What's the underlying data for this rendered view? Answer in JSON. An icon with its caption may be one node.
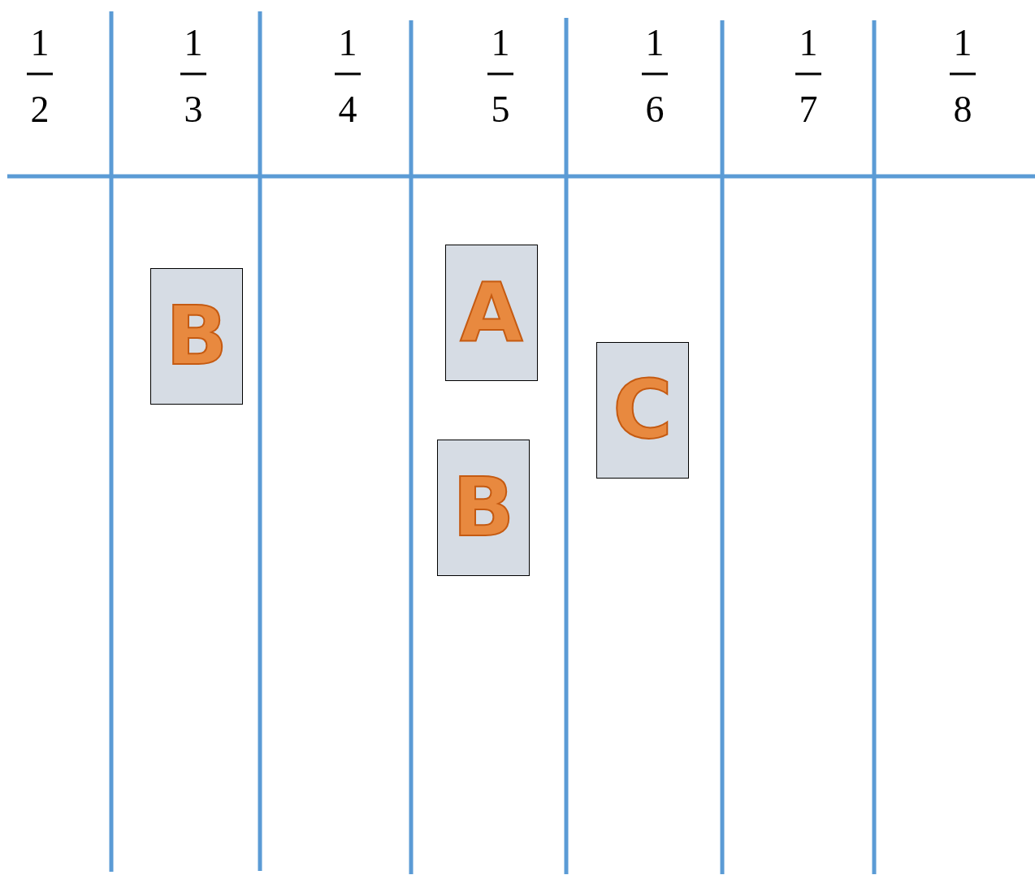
{
  "diagram": {
    "nodes": [
      {
        "text": [
          "B"
        ]
      },
      {
        "text": [
          "A"
        ]
      },
      {
        "text": [
          "B"
        ]
      },
      {
        "text": [
          "C"
        ]
      }
    ],
    "labels": [
      "1",
      "2",
      "1",
      "3",
      "1",
      "4",
      "1",
      "5",
      "1",
      "6",
      "1",
      "7",
      "1",
      "8"
    ]
  }
}
